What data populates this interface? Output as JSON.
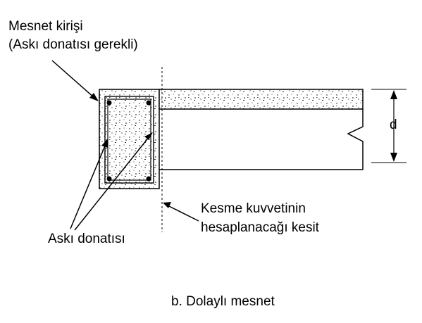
{
  "labels": {
    "support_beam_line1": "Mesnet kirişi",
    "support_beam_line2": "(Askı donatısı gerekli)",
    "hanger_reinforcement": "Askı donatısı",
    "shear_section_line1": "Kesme kuvvetinin",
    "shear_section_line2": "hesaplanacağı kesit",
    "depth": "d",
    "caption": "b. Dolaylı mesnet"
  },
  "colors": {
    "line": "#000000",
    "concrete_speckle": "#000000",
    "background": "#ffffff"
  }
}
